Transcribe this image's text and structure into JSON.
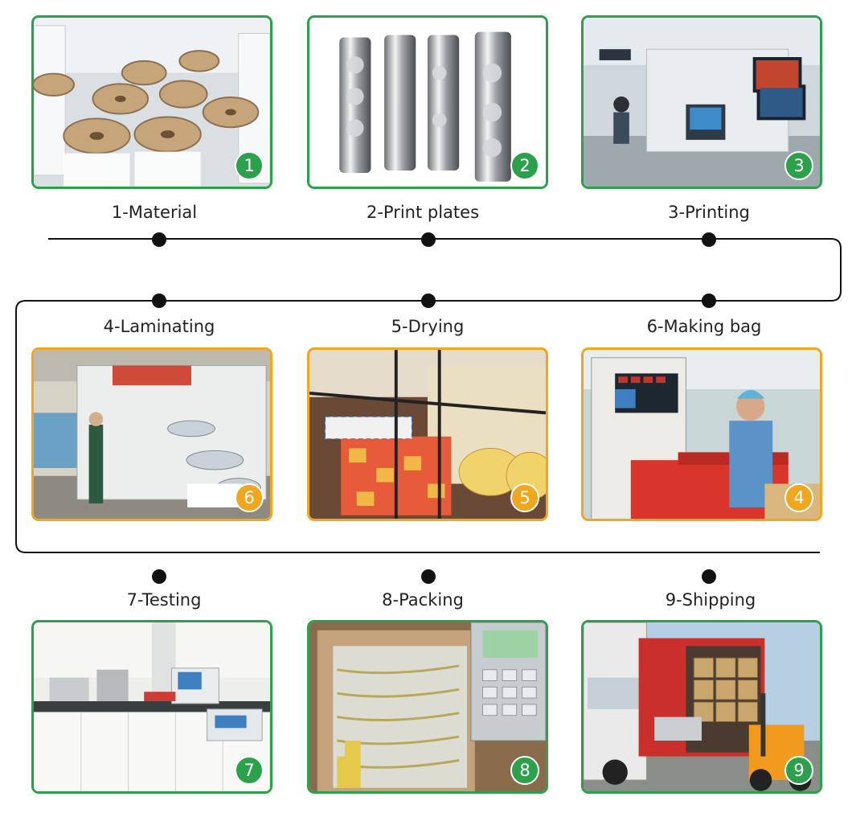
{
  "colors": {
    "green": "#2aa14a",
    "orange": "#f0a61d",
    "line": "#111111"
  },
  "steps": [
    {
      "label": "1-Material",
      "badge": "1",
      "style": "green",
      "icon": "material-rolls-photo"
    },
    {
      "label": "2-Print plates",
      "badge": "2",
      "style": "green",
      "icon": "print-plates-photo"
    },
    {
      "label": "3-Printing",
      "badge": "3",
      "style": "green",
      "icon": "printing-machine-photo"
    },
    {
      "label": "4-Laminating",
      "badge": "6",
      "style": "orange",
      "icon": "laminating-machine-photo"
    },
    {
      "label": "5-Drying",
      "badge": "5",
      "style": "orange",
      "icon": "drying-rolls-photo"
    },
    {
      "label": "6-Making bag",
      "badge": "4",
      "style": "orange",
      "icon": "bag-making-photo"
    },
    {
      "label": "7-Testing",
      "badge": "7",
      "style": "green",
      "icon": "testing-lab-photo"
    },
    {
      "label": "8-Packing",
      "badge": "8",
      "style": "green",
      "icon": "packing-box-photo"
    },
    {
      "label": "9-Shipping",
      "badge": "9",
      "style": "green",
      "icon": "shipping-truck-photo"
    }
  ]
}
